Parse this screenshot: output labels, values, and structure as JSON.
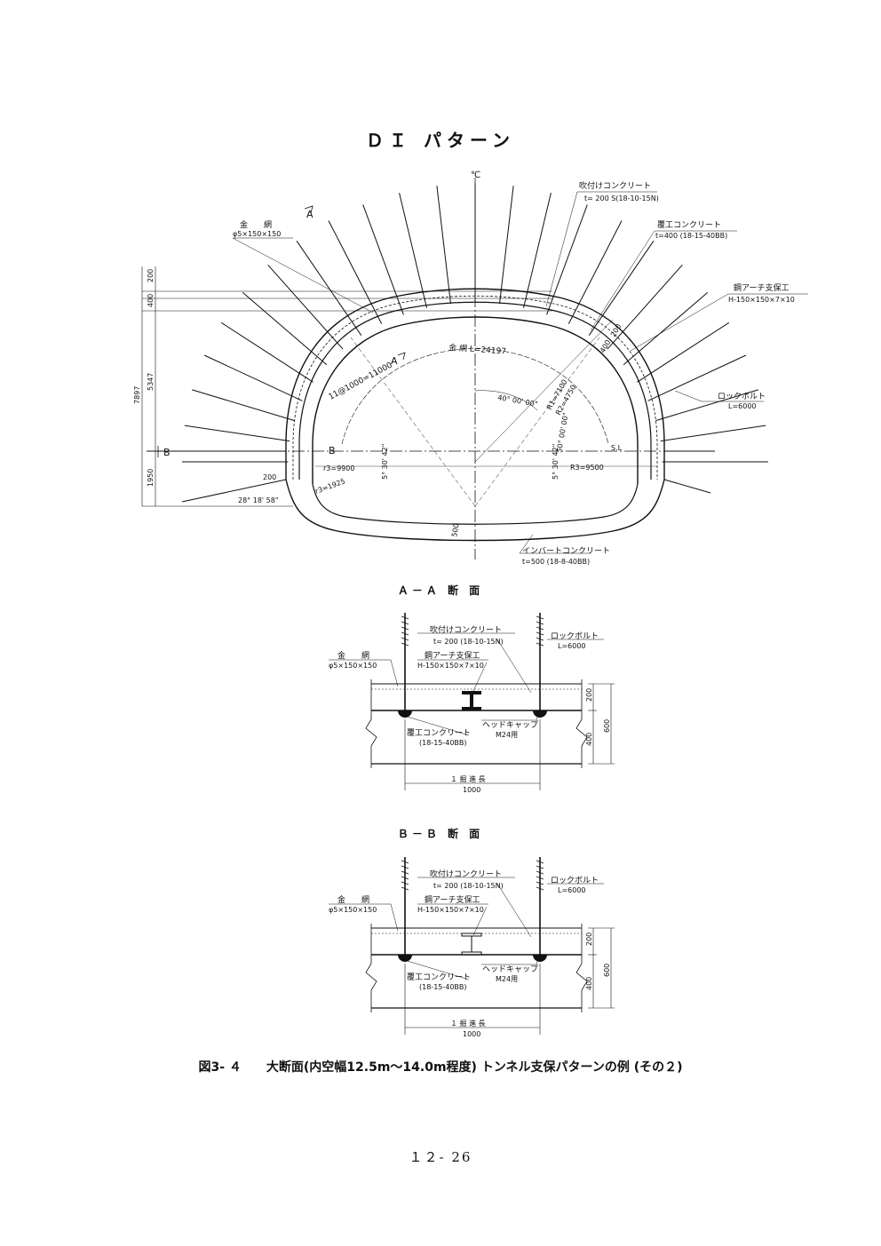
{
  "title": "ＤＩ パターン",
  "main": {
    "centerline_mark": "℃",
    "labels": {
      "wire_mesh_head": "金　　網",
      "wire_mesh_spec": "φ5×150×150",
      "shotcrete_head": "吹付けコンクリート",
      "shotcrete_spec": "t= 200  S(18-10-15N)",
      "lining_head": "覆工コンクリート",
      "lining_spec": "t=400 (18-15-40BB)",
      "steel_arch_head": "鋼アーチ支保工",
      "steel_arch_spec": "H-150×150×7×10",
      "rockbolt_head": "ロックボルト",
      "rockbolt_spec": "L=6000",
      "invert_head": "インバートコンクリート",
      "invert_spec": "t=500 (18-8-40BB)",
      "mesh_length": "金 網  L=24197",
      "bolt_spacing": "11@1000=11000",
      "section_a": "A",
      "section_b": "B",
      "sl": "S.L",
      "angle_40": "40° 00' 00\"",
      "angle_50": "50° 00' 00\"",
      "angle_5_left": "5° 30' 42\"",
      "angle_5_right": "5° 30' 42\"",
      "angle_28": "28° 18' 58\"",
      "r1": "R1=7100",
      "r2": "R2=4750",
      "r3_left": "r3=9900",
      "r3_small": "r3=1925",
      "r3_right": "R3=9500",
      "d_200_top": "200",
      "d_400_top": "400",
      "d_200_left": "200",
      "d_400_right": "400",
      "d_200_right": "200",
      "d_500": "500"
    },
    "dims_left": {
      "d200": "200",
      "d400": "400",
      "d5347": "5347",
      "d7897": "7897",
      "d1950": "1950"
    }
  },
  "section_aa": {
    "title": "Ａ－Ａ 断 面",
    "shotcrete_head": "吹付けコンクリート",
    "shotcrete_spec": "t= 200  (18-10-15N)",
    "rockbolt_head": "ロックボルト",
    "rockbolt_spec": "L=6000",
    "mesh_head": "金　　網",
    "mesh_spec": "φ5×150×150",
    "steel_head": "鋼アーチ支保工",
    "steel_spec": "H-150×150×7×10",
    "headcap_head": "ヘッドキャップ",
    "headcap_spec": "M24用",
    "lining_head": "覆工コンクリート",
    "lining_spec": "(18-15-40BB)",
    "advance_label": "１ 掘 進 長",
    "advance_value": "1000",
    "dim_200": "200",
    "dim_400": "400",
    "dim_600": "600"
  },
  "section_bb": {
    "title": "Ｂ－Ｂ 断 面",
    "shotcrete_head": "吹付けコンクリート",
    "shotcrete_spec": "t= 200  (18-10-15N)",
    "rockbolt_head": "ロックボルト",
    "rockbolt_spec": "L=6000",
    "mesh_head": "金　　網",
    "mesh_spec": "φ5×150×150",
    "steel_head": "鋼アーチ支保工",
    "steel_spec": "H-150×150×7×10",
    "headcap_head": "ヘッドキャップ",
    "headcap_spec": "M24用",
    "lining_head": "覆工コンクリート",
    "lining_spec": "(18-15-40BB)",
    "advance_label": "１ 掘 進 長",
    "advance_value": "1000",
    "dim_200": "200",
    "dim_400": "400",
    "dim_600": "600"
  },
  "caption": "図3- ４　　大断面(内空幅12.5m～14.0m程度) トンネル支保パターンの例 (その２)",
  "page_number": "１２- 26"
}
